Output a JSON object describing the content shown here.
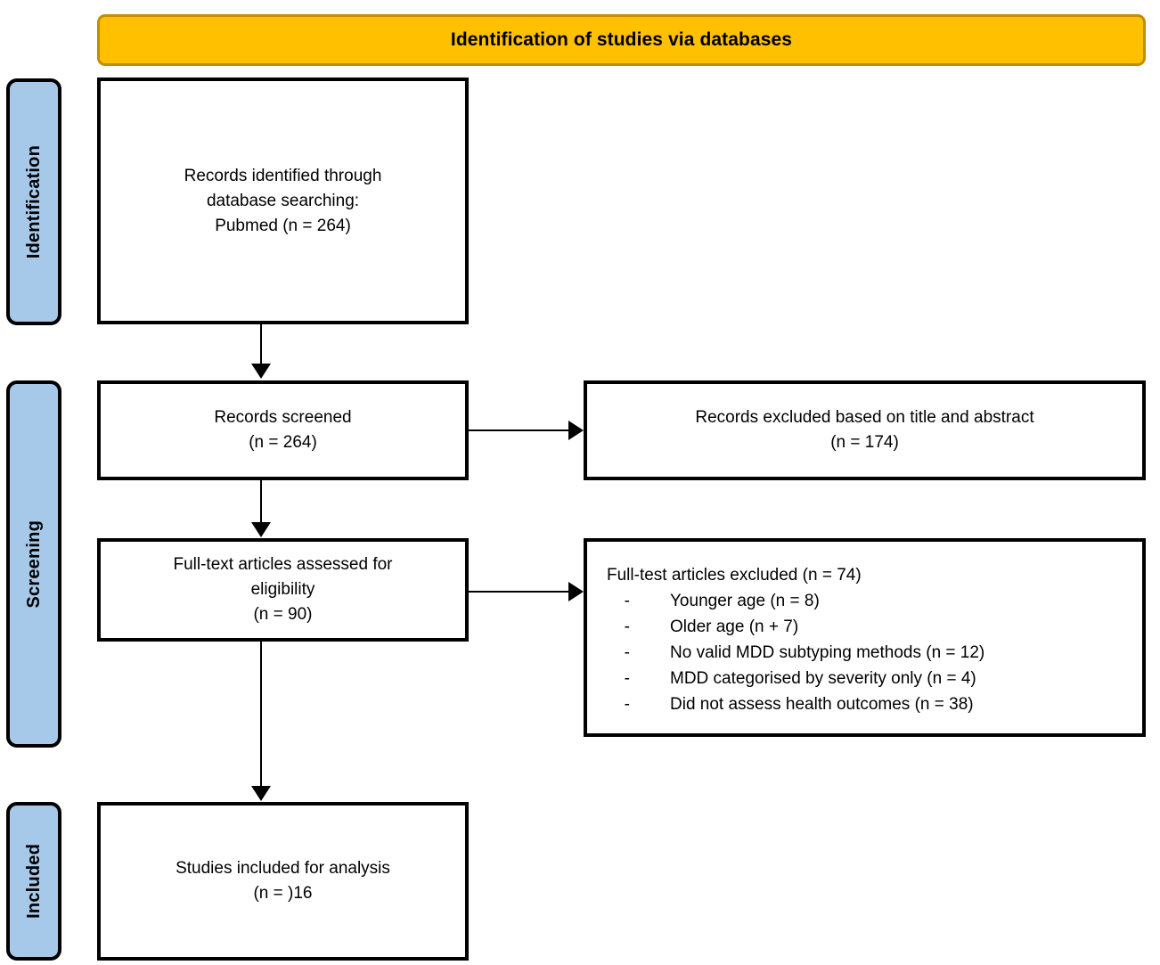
{
  "header": {
    "title": "Identification of studies via databases",
    "fill_color": "#FFC000",
    "border_color": "#BF8F00"
  },
  "stages": {
    "fill_color": "#A6C9EA",
    "items": [
      {
        "id": "identification",
        "label": "Identification"
      },
      {
        "id": "screening",
        "label": "Screening"
      },
      {
        "id": "included",
        "label": "Included"
      }
    ]
  },
  "boxes": {
    "identified": {
      "text": "Records identified through\ndatabase searching:\nPubmed (n = 264)"
    },
    "screened": {
      "text": "Records screened\n(n = 264)"
    },
    "excluded_title_abstract": {
      "text": "Records excluded based on title and abstract\n(n = 174)"
    },
    "fulltext_assessed": {
      "text": "Full-text articles assessed for\neligibility\n(n = 90)"
    },
    "excluded_fulltext": {
      "title": "Full-test articles excluded (n = 74)",
      "bullet": "-",
      "reasons": [
        "Younger age (n = 8)",
        "Older age (n + 7)",
        "No valid MDD subtyping methods (n = 12)",
        "MDD categorised by severity only (n = 4)",
        "Did not assess health outcomes (n = 38)"
      ]
    },
    "included": {
      "text": "Studies included for analysis\n(n = )16"
    }
  },
  "chart_data": {
    "type": "diagram",
    "title": "Identification of studies via databases",
    "stages": [
      "Identification",
      "Screening",
      "Included"
    ],
    "nodes": [
      {
        "id": "identified",
        "stage": "Identification",
        "label": "Records identified through database searching: Pubmed",
        "n": 264
      },
      {
        "id": "screened",
        "stage": "Screening",
        "label": "Records screened",
        "n": 264
      },
      {
        "id": "excluded_title_abstract",
        "stage": "Screening",
        "label": "Records excluded based on title and abstract",
        "n": 174
      },
      {
        "id": "fulltext_assessed",
        "stage": "Screening",
        "label": "Full-text articles assessed for eligibility",
        "n": 90
      },
      {
        "id": "excluded_fulltext",
        "stage": "Screening",
        "label": "Full-test articles excluded",
        "n": 74
      },
      {
        "id": "included",
        "stage": "Included",
        "label": "Studies included for analysis",
        "n": 16
      }
    ],
    "exclusion_reasons": [
      {
        "reason": "Younger age",
        "n": 8
      },
      {
        "reason": "Older age",
        "n": 7
      },
      {
        "reason": "No valid MDD subtyping methods",
        "n": 12
      },
      {
        "reason": "MDD categorised by severity only",
        "n": 4
      },
      {
        "reason": "Did not assess health outcomes",
        "n": 38
      }
    ],
    "edges": [
      {
        "from": "identified",
        "to": "screened",
        "direction": "down"
      },
      {
        "from": "screened",
        "to": "excluded_title_abstract",
        "direction": "right"
      },
      {
        "from": "screened",
        "to": "fulltext_assessed",
        "direction": "down"
      },
      {
        "from": "fulltext_assessed",
        "to": "excluded_fulltext",
        "direction": "right"
      },
      {
        "from": "fulltext_assessed",
        "to": "included",
        "direction": "down"
      }
    ]
  }
}
